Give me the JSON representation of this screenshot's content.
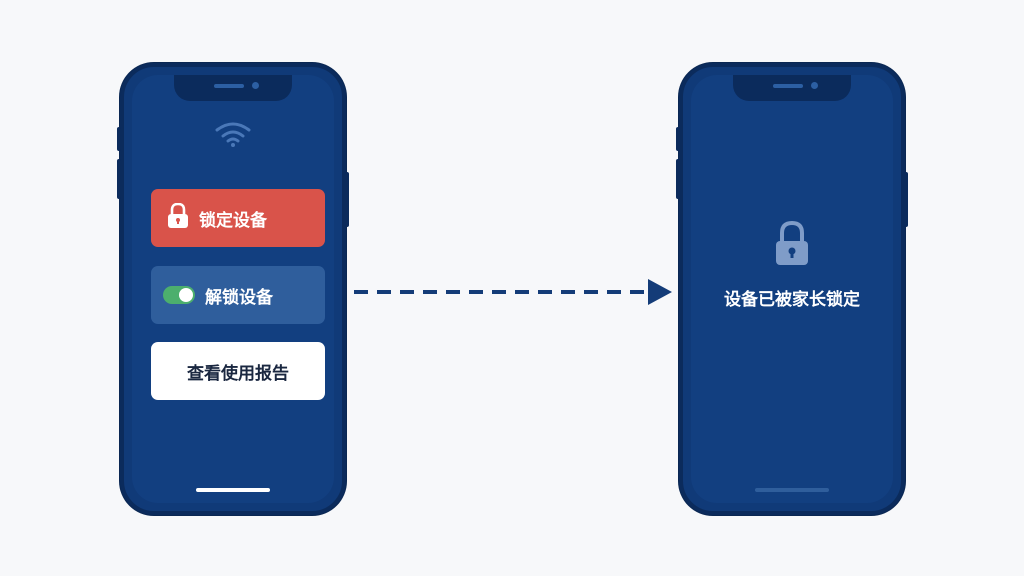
{
  "colors": {
    "phone_body": "#103a78",
    "phone_frame": "#0b2b5c",
    "lock_button": "#d9534a",
    "unlock_button": "#2f5e9c",
    "toggle_on": "#4caf6d",
    "report_button": "#ffffff",
    "arrow": "#143c78",
    "background": "#f7f8fa"
  },
  "left_phone": {
    "status_icon": "wifi-icon",
    "buttons": {
      "lock": {
        "icon": "lock-icon",
        "label": "锁定设备"
      },
      "unlock": {
        "icon": "toggle-switch-icon",
        "label": "解锁设备",
        "toggle_on": true
      },
      "report": {
        "label": "查看使用报告"
      }
    }
  },
  "right_phone": {
    "icon": "lock-icon",
    "message": "设备已被家长锁定"
  },
  "connector": {
    "style": "dashed",
    "direction": "left-to-right",
    "icon": "arrow-right-icon"
  }
}
